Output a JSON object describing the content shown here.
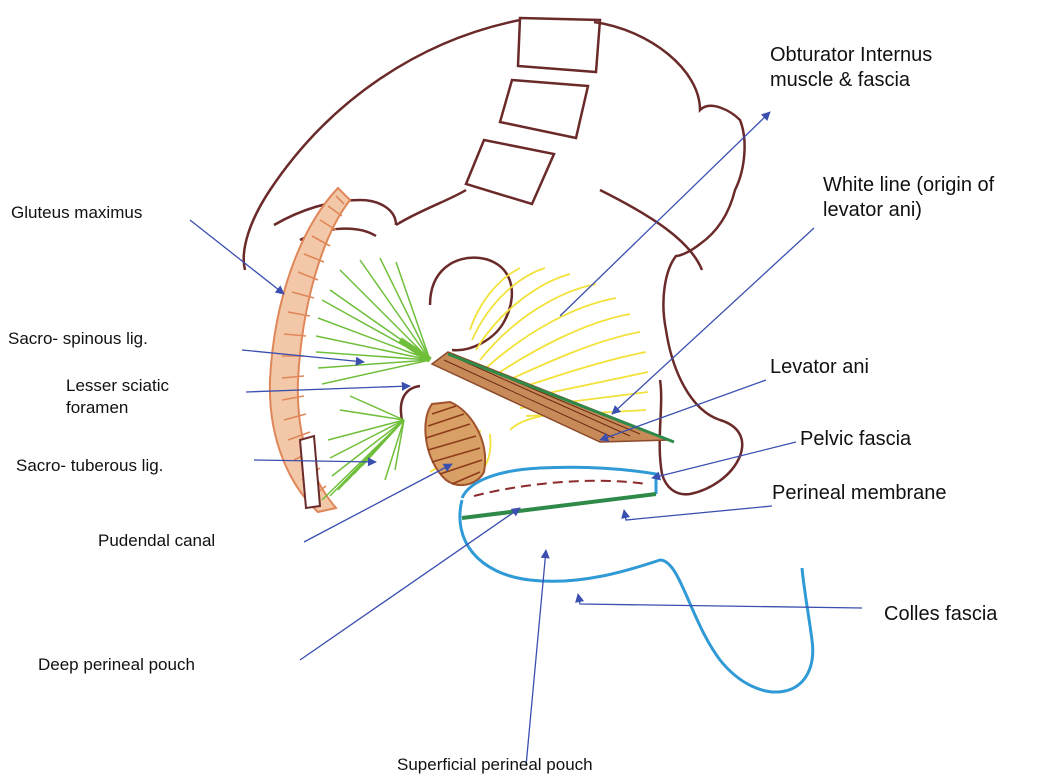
{
  "labels": {
    "obturator_internus": [
      "Obturator Internus",
      "muscle & fascia"
    ],
    "white_line": [
      "White line (origin of",
      "levator ani)"
    ],
    "gluteus_maximus": "Gluteus maximus",
    "sacrospinous": "Sacro- spinous lig.",
    "lesser_sciatic": [
      "Lesser sciatic",
      "foramen"
    ],
    "levator_ani": "Levator ani",
    "pelvic_fascia": "Pelvic fascia",
    "sacrotuberous": "Sacro- tuberous lig.",
    "perineal_membrane": "Perineal membrane",
    "pudendal_canal": "Pudendal canal",
    "colles_fascia": "Colles fascia",
    "deep_perineal_pouch": "Deep perineal pouch",
    "superficial_perineal_pouch": "Superficial perineal pouch"
  },
  "colors": {
    "bone_outline": "#6b2a2a",
    "gluteus": "#e0875a",
    "ligament": "#6fbf3a",
    "obturator_fibres": "#f2e23a",
    "levator": "#8b4a2a",
    "fascia": "#2f8a4a",
    "pouch": "#2f9ad6",
    "pointer": "#3a4fb0",
    "pudendal": "#a0522d"
  }
}
